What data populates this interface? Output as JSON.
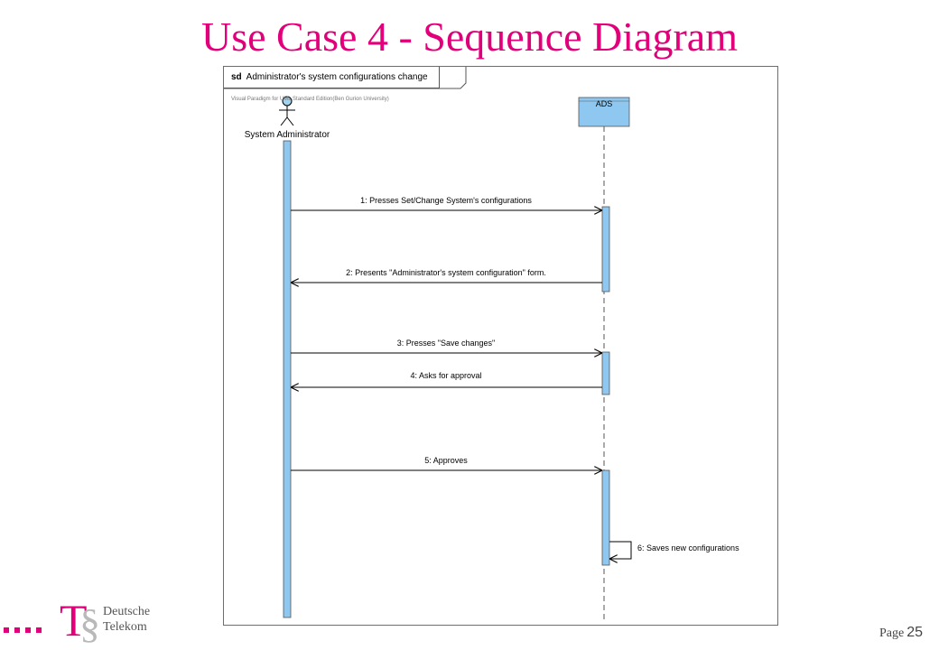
{
  "slide": {
    "title": "Use Case 4 - Sequence Diagram",
    "page_label": "Page",
    "page_number": "25"
  },
  "logo": {
    "line1": "Deutsche",
    "line2": "Telekom",
    "brand_color": "#e2007a"
  },
  "diagram": {
    "frame_keyword": "sd",
    "frame_title": "Administrator's system configurations change",
    "watermark": "Visual Paradigm for UML Standard Edition(Ben Gurion University)",
    "actor": {
      "name": "System Administrator",
      "icon": "stick-figure-icon"
    },
    "lifeline": {
      "name": "ADS"
    },
    "activation_color": "#8ec8f0",
    "messages": [
      {
        "label": "1: Presses Set/Change System's configurations",
        "direction": "to-ads"
      },
      {
        "label": "2: Presents \"Administrator's system configuration\" form.",
        "direction": "to-actor"
      },
      {
        "label": "3: Presses \"Save changes\"",
        "direction": "to-ads"
      },
      {
        "label": "4: Asks for approval",
        "direction": "to-actor"
      },
      {
        "label": "5: Approves",
        "direction": "to-ads"
      },
      {
        "label": "6: Saves new configurations",
        "direction": "self"
      }
    ]
  }
}
